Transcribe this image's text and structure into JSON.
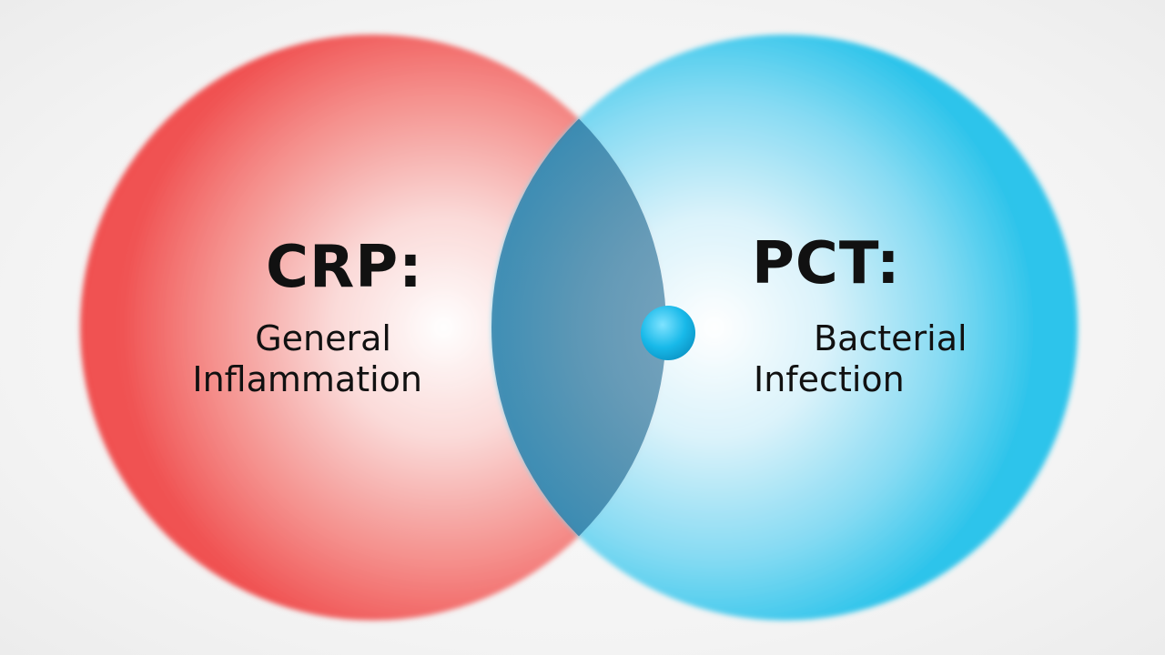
{
  "diagram": {
    "sets": [
      {
        "id": "crp",
        "title": "CRP:",
        "description_lines": [
          "General",
          "Inflammation"
        ],
        "color": "#f04a4a"
      },
      {
        "id": "pct",
        "title": "PCT:",
        "description_lines": [
          "Bacterial",
          "Infection"
        ],
        "color": "#22c1ea"
      }
    ],
    "overlap_color": "#2e6f92",
    "marker_color": "#15b8e8"
  }
}
